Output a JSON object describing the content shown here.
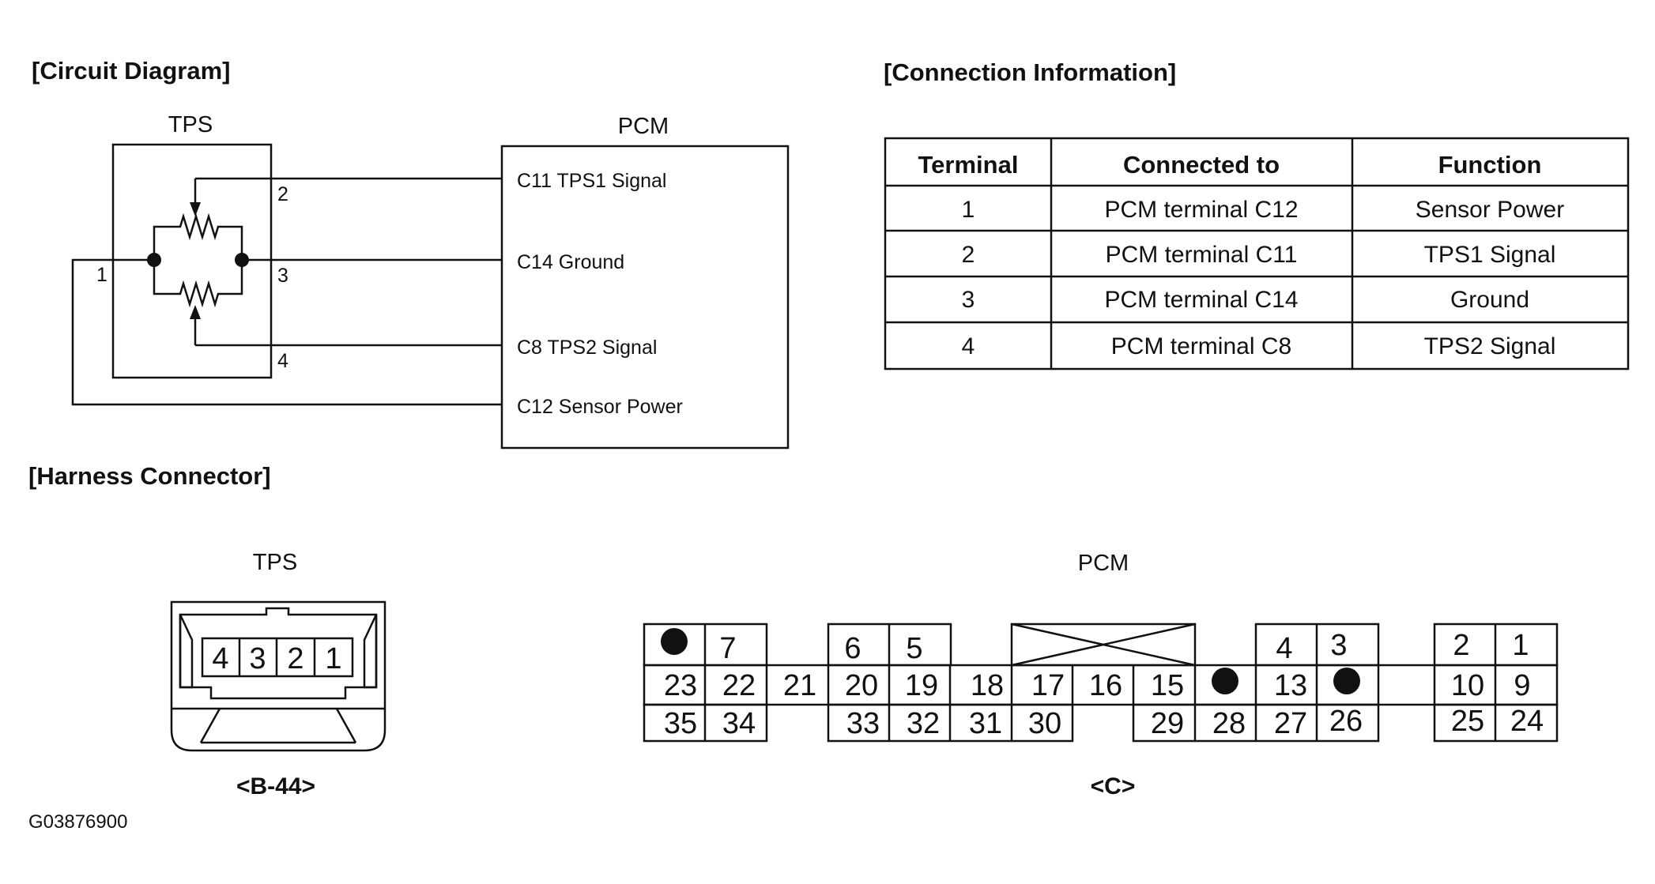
{
  "headings": {
    "circuit": "[Circuit Diagram]",
    "connection": "[Connection Information]",
    "harness": "[Harness Connector]"
  },
  "circuit": {
    "tps_label": "TPS",
    "pcm_label": "PCM",
    "pins": [
      "1",
      "2",
      "3",
      "4"
    ],
    "pcm_pins": [
      "C11 TPS1 Signal",
      "C14 Ground",
      "C8 TPS2 Signal",
      "C12 Sensor Power"
    ]
  },
  "table": {
    "headers": [
      "Terminal",
      "Connected to",
      "Function"
    ],
    "rows": [
      [
        "1",
        "PCM terminal C12",
        "Sensor Power"
      ],
      [
        "2",
        "PCM terminal C11",
        "TPS1 Signal"
      ],
      [
        "3",
        "PCM terminal C14",
        "Ground"
      ],
      [
        "4",
        "PCM terminal C8",
        "TPS2 Signal"
      ]
    ]
  },
  "harness": {
    "tps_label": "TPS",
    "tps_pins": [
      "4",
      "3",
      "2",
      "1"
    ],
    "tps_caption": "<B-44>",
    "pcm_label": "PCM",
    "pcm_caption": "<C>",
    "pcm_row1": [
      "7",
      "6",
      "5",
      "4",
      "3",
      "2",
      "1"
    ],
    "pcm_row2": [
      "23",
      "22",
      "21",
      "20",
      "19",
      "18",
      "17",
      "16",
      "15",
      "13",
      "10",
      "9"
    ],
    "pcm_row3": [
      "35",
      "34",
      "33",
      "32",
      "31",
      "30",
      "29",
      "28",
      "27",
      "26",
      "25",
      "24"
    ]
  },
  "figure_id": "G03876900"
}
